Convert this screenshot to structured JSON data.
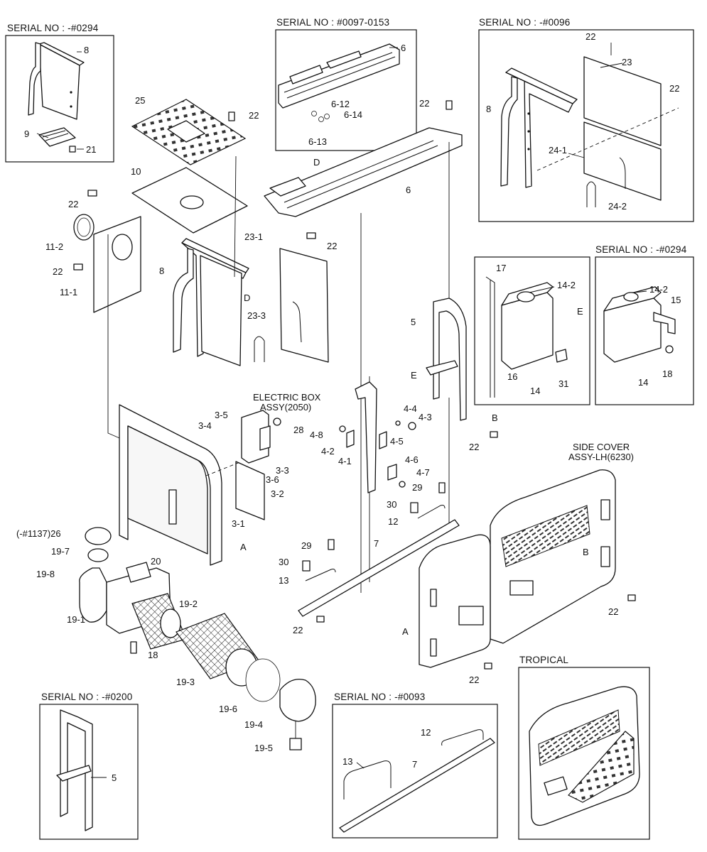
{
  "serial_boxes": {
    "top_left": "SERIAL NO : -#0294",
    "top_middle": "SERIAL NO : #0097-0153",
    "top_right": "SERIAL NO : -#0096",
    "mid_right": "SERIAL NO : -#0294",
    "bottom_left": "SERIAL NO : -#0200",
    "bottom_middle": "SERIAL NO : -#0093"
  },
  "tropical_label": "TROPICAL",
  "electric_box_label": [
    "ELECTRIC BOX",
    "ASSY(2050)"
  ],
  "side_cover_label": [
    "SIDE COVER",
    "ASSY-LH(6230)"
  ],
  "part_numbers": {
    "p8a": "8",
    "p9": "9",
    "p21": "21",
    "p6a": "6",
    "p6_12": "6-12",
    "p6_13": "6-13",
    "p6_14": "6-14",
    "p22a": "22",
    "p23": "23",
    "p22b": "22",
    "p8b": "8",
    "p24_1": "24-1",
    "p24_2": "24-2",
    "p25": "25",
    "p22c": "22",
    "p10": "10",
    "p22d": "22",
    "p11_2": "11-2",
    "p22e": "22",
    "p11_1": "11-1",
    "p8c": "8",
    "pD1": "D",
    "p23_1": "23-1",
    "p22f": "22",
    "p23_3": "23-3",
    "p22g": "22",
    "pD2": "D",
    "p6b": "6",
    "p17": "17",
    "p14_2a": "14-2",
    "pE1": "E",
    "p16": "16",
    "p14a": "14",
    "p31": "31",
    "p14_2b": "14-2",
    "p15": "15",
    "p18a": "18",
    "p14b": "14",
    "p5a": "5",
    "pE2": "E",
    "pB1": "B",
    "p22h": "22",
    "p3_5": "3-5",
    "p3_4": "3-4",
    "p28": "28",
    "p3_3": "3-3",
    "p3_6": "3-6",
    "p3_2": "3-2",
    "p3_1": "3-1",
    "pA1": "A",
    "p4_4": "4-4",
    "p4_3": "4-3",
    "p4_8": "4-8",
    "p4_5": "4-5",
    "p4_2": "4-2",
    "p4_1": "4-1",
    "p4_6": "4-6",
    "p4_7": "4-7",
    "p29a": "29",
    "p30a": "30",
    "p12a": "12",
    "p7a": "7",
    "p29b": "29",
    "p30b": "30",
    "p13a": "13",
    "p22i": "22",
    "p26": "(-#1137)26",
    "p19_7": "19-7",
    "p19_8": "19-8",
    "p20": "20",
    "p19_2": "19-2",
    "p19_1": "19-1",
    "p18b": "18",
    "p19_3": "19-3",
    "p19_6": "19-6",
    "p19_4": "19-4",
    "p19_5": "19-5",
    "pB2": "B",
    "p22j": "22",
    "pA2": "A",
    "p22k": "22",
    "p5b": "5",
    "p12b": "12",
    "p13b": "13",
    "p7b": "7"
  }
}
